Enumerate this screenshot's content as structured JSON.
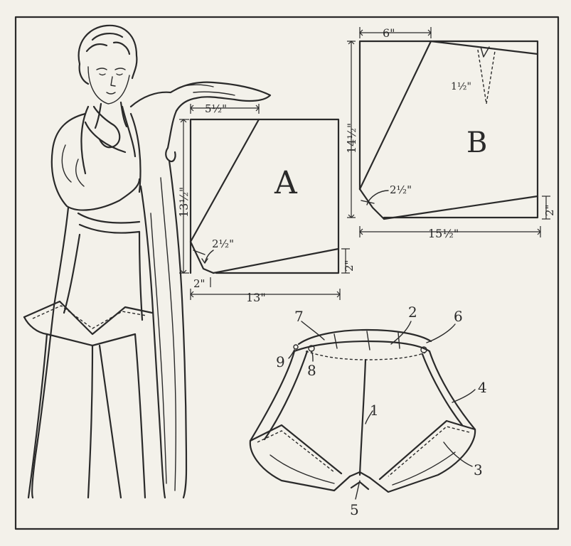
{
  "pattern_a": {
    "letter": "A",
    "top_width": "5½\"",
    "height": "13½\"",
    "corner_offset": "2½\"",
    "bottom_offset": "2\"",
    "side_drop": "2\"",
    "bottom_width": "13\""
  },
  "pattern_b": {
    "letter": "B",
    "top_width": "6\"",
    "height": "14½\"",
    "dart": "1½\"",
    "corner_offset": "2½\"",
    "side_drop": "2\"",
    "bottom_width": "15½\""
  },
  "garment_callouts": [
    "1",
    "2",
    "3",
    "4",
    "5",
    "6",
    "7",
    "8",
    "9"
  ],
  "colors": {
    "paper": "#f3f1ea",
    "ink": "#2a2a2a"
  }
}
